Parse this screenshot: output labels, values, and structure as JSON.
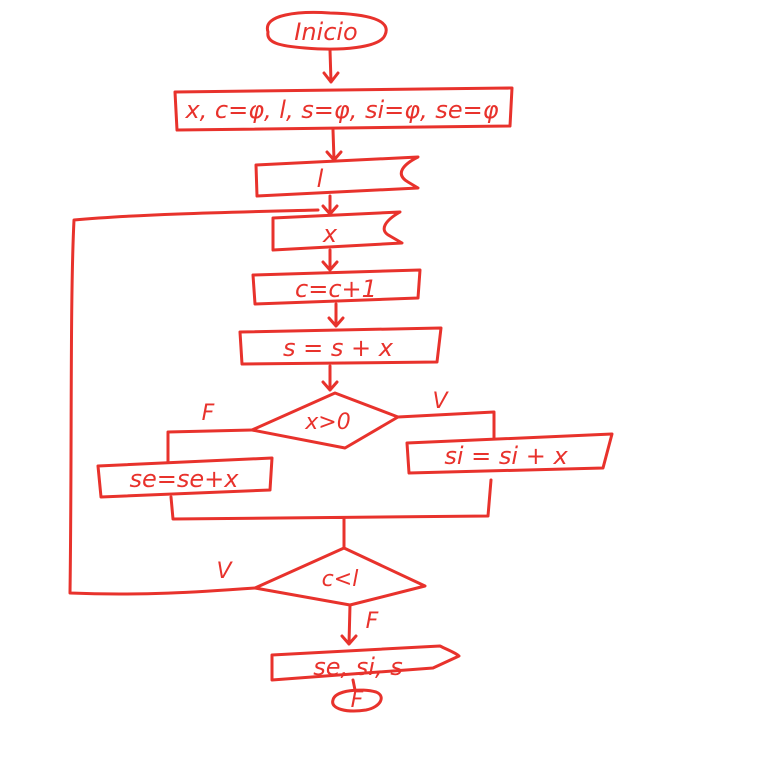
{
  "flowchart": {
    "start_label": "Inicio",
    "init_label": "x, c=φ, l, s=φ, si=φ, se=φ",
    "read_l_label": "l",
    "read_x_label": "x",
    "counter_label": "c=c+1",
    "sum_label": "s = s + x",
    "decision_sign_label": "x>0",
    "branch_false_label": "F",
    "branch_true_label": "V",
    "neg_sum_label": "se=se+x",
    "pos_sum_label": "si = si + x",
    "decision_loop_label": "c<l",
    "loop_true_label": "V",
    "loop_false_label": "F",
    "output_label": "se, si, s",
    "end_label": "F"
  },
  "colors": {
    "ink": "#e8322c",
    "background": "#ffffff"
  }
}
